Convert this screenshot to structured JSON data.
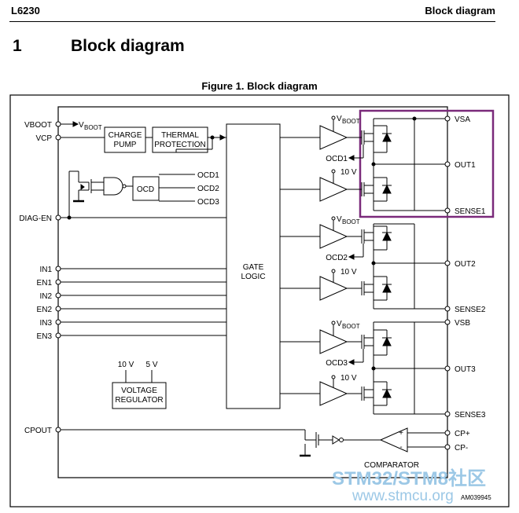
{
  "header": {
    "left": "L6230",
    "right": "Block diagram"
  },
  "section": {
    "number": "1",
    "title": "Block diagram"
  },
  "figure_caption": "Figure 1. Block diagram",
  "pins_left": {
    "vboot": "VBOOT",
    "vcp": "VCP",
    "diag_en": "DIAG-EN",
    "in1": "IN1",
    "en1": "EN1",
    "in2": "IN2",
    "en2": "EN2",
    "in3": "IN3",
    "en3": "EN3",
    "cpout": "CPOUT"
  },
  "pins_right": {
    "vsa": "VSA",
    "out1": "OUT1",
    "sense1": "SENSE1",
    "out2": "OUT2",
    "sense2": "SENSE2",
    "vsb": "VSB",
    "out3": "OUT3",
    "sense3": "SENSE3",
    "cp_plus": "CP+",
    "cp_minus": "CP-"
  },
  "blocks": {
    "charge_pump_1": "CHARGE",
    "charge_pump_2": "PUMP",
    "thermal_1": "THERMAL",
    "thermal_2": "PROTECTION",
    "ocd": "OCD",
    "gate_1": "GATE",
    "gate_2": "LOGIC",
    "reg_1": "VOLTAGE",
    "reg_2": "REGULATOR",
    "comparator": "COMPARATOR"
  },
  "signals": {
    "ocd1": "OCD1",
    "ocd2": "OCD2",
    "ocd3": "OCD3",
    "v": "V",
    "boot": "BOOT",
    "ten_v": "10 V",
    "five_v": "5 V",
    "plus": "+",
    "minus": "-"
  },
  "code": "AM039945",
  "watermark": {
    "line1": "STM32/STM8社区",
    "line2": "www.stmcu.org"
  },
  "colors": {
    "highlight": "#7a2a7a",
    "watermark": "#9cc8e6"
  }
}
